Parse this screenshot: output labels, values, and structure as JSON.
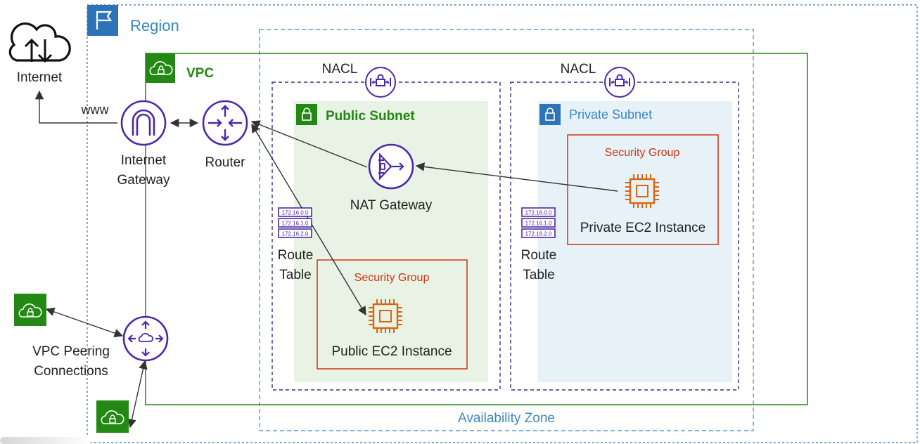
{
  "region": {
    "label": "Region"
  },
  "availability_zone": {
    "label": "Availability Zone"
  },
  "vpc": {
    "label": "VPC"
  },
  "internet": {
    "label": "Internet",
    "link_label": "www"
  },
  "internet_gateway": {
    "label_line1": "Internet",
    "label_line2": "Gateway"
  },
  "router": {
    "label": "Router"
  },
  "vpc_peering": {
    "label_line1": "VPC Peering",
    "label_line2": "Connections"
  },
  "nacl_public": {
    "label": "NACL"
  },
  "nacl_private": {
    "label": "NACL"
  },
  "public_subnet": {
    "label": "Public Subnet"
  },
  "private_subnet": {
    "label": "Private Subnet"
  },
  "nat_gateway": {
    "label": "NAT Gateway"
  },
  "route_table_public": {
    "label_line1": "Route",
    "label_line2": "Table",
    "entries": [
      "172.16.0.0",
      "172.16.1.0",
      "172.16.2.0"
    ]
  },
  "route_table_private": {
    "label_line1": "Route",
    "label_line2": "Table",
    "entries": [
      "172.16.0.0",
      "172.16.1.0",
      "172.16.2.0"
    ]
  },
  "public_sg": {
    "label": "Security Group",
    "instance_label": "Public EC2 Instance"
  },
  "private_sg": {
    "label": "Security Group",
    "instance_label": "Private EC2 Instance"
  },
  "colors": {
    "region_blue": "#2e73b8",
    "vpc_green": "#248814",
    "subnet_public_bg": "#e8f3e5",
    "subnet_private_bg": "#e6f2f8",
    "nacl_purple": "#3f2a7d",
    "icon_purple": "#4d27aa",
    "sg_red": "#d13212",
    "ec2_orange": "#d86613",
    "az_text": "#3b87c4"
  }
}
